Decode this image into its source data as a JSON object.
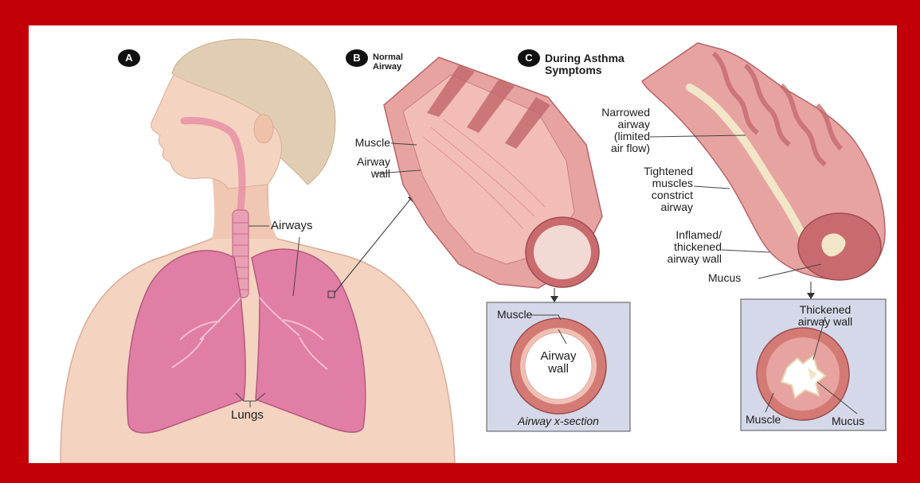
{
  "colors": {
    "frame": "#c30008",
    "skin": "#f4d3c0",
    "hair": "#e1cdb3",
    "lung": "#e07ea5",
    "airway_tissue": "#e7a3a0",
    "muscle_band": "#c2666a",
    "mucus": "#f1e6c8",
    "inset_bg": "#d4d8e8"
  },
  "panels": {
    "a": {
      "badge": "A",
      "airways_label": "Airways",
      "lungs_label": "Lungs"
    },
    "b": {
      "badge": "B",
      "title_line1": "Normal",
      "title_line2": "Airway",
      "muscle_label": "Muscle",
      "wall_label_line1": "Airway",
      "wall_label_line2": "wall",
      "inset": {
        "muscle_label": "Muscle",
        "wall_label_line1": "Airway",
        "wall_label_line2": "wall",
        "caption": "Airway x-section"
      }
    },
    "c": {
      "badge": "C",
      "title_line1": "During Asthma",
      "title_line2": "Symptoms",
      "narrowed_line1": "Narrowed",
      "narrowed_line2": "airway",
      "narrowed_line3": "(limited",
      "narrowed_line4": "air flow)",
      "tightened_line1": "Tightened",
      "tightened_line2": "muscles",
      "tightened_line3": "constrict",
      "tightened_line4": "airway",
      "inflamed_line1": "Inflamed/",
      "inflamed_line2": "thickened",
      "inflamed_line3": "airway wall",
      "mucus_label": "Mucus",
      "inset": {
        "thickened_line1": "Thickened",
        "thickened_line2": "airway wall",
        "muscle_label": "Muscle",
        "mucus_label": "Mucus"
      }
    }
  }
}
